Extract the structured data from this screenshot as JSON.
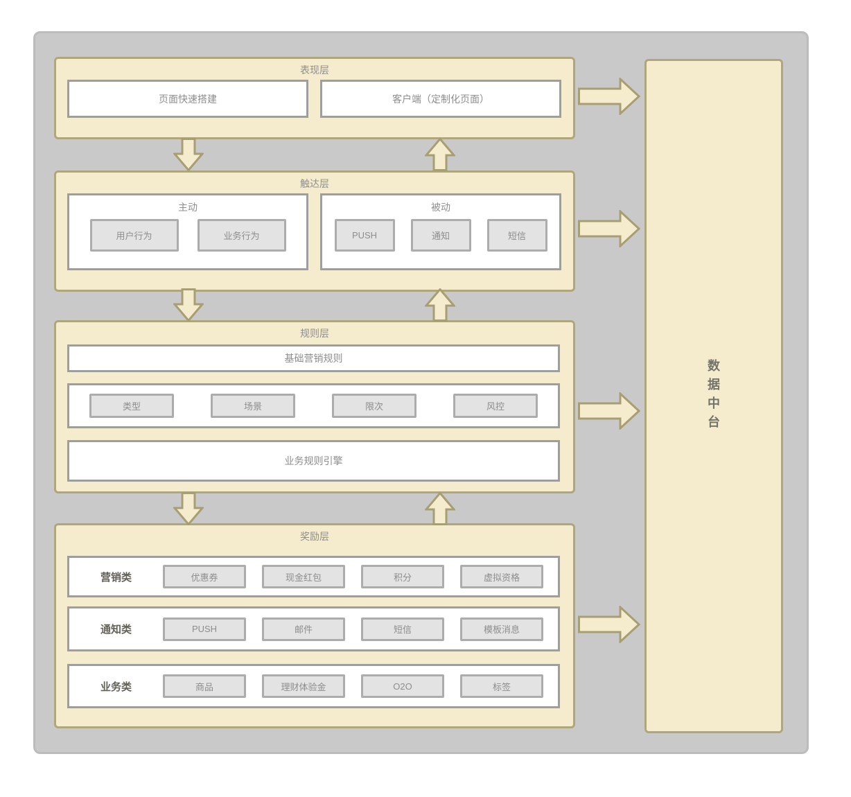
{
  "colors": {
    "panel_bg": "#c9c9c9",
    "layer_fill": "#f5ecce",
    "layer_border": "#b0a67c",
    "node_border": "#9e9e9e",
    "chip_fill": "#e3e3e3",
    "chip_border": "#acacac",
    "text_muted": "#8d8d8d",
    "text_strong": "#636258"
  },
  "layers": {
    "presentation": {
      "title": "表现层",
      "nodes": [
        {
          "label": "页面快速搭建"
        },
        {
          "label": "客户端（定制化页面）"
        }
      ]
    },
    "reach": {
      "title": "触达层",
      "groups": [
        {
          "title": "主动",
          "chips": [
            "用户行为",
            "业务行为"
          ]
        },
        {
          "title": "被动",
          "chips": [
            "PUSH",
            "通知",
            "短信"
          ]
        }
      ]
    },
    "rules": {
      "title": "规则层",
      "top_bar": "基础营销规则",
      "chips": [
        "类型",
        "场景",
        "限次",
        "风控"
      ],
      "bottom_bar": "业务规则引擎"
    },
    "reward": {
      "title": "奖励层",
      "rows": [
        {
          "label": "营销类",
          "chips": [
            "优惠券",
            "现金红包",
            "积分",
            "虚拟资格"
          ]
        },
        {
          "label": "通知类",
          "chips": [
            "PUSH",
            "邮件",
            "短信",
            "模板消息"
          ]
        },
        {
          "label": "业务类",
          "chips": [
            "商品",
            "理财体验金",
            "O2O",
            "标签"
          ]
        }
      ]
    }
  },
  "data_platform": {
    "title": "数据中台",
    "chars": [
      "数",
      "据",
      "中",
      "台"
    ]
  }
}
